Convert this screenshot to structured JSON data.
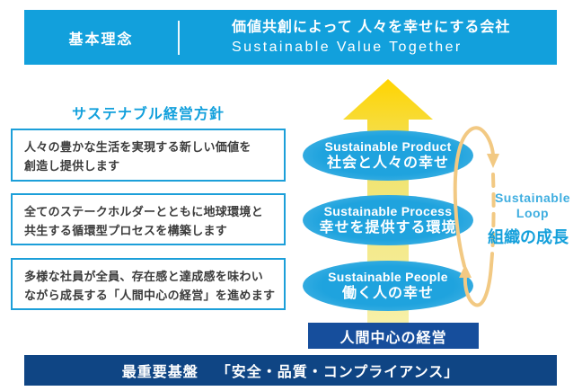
{
  "colors": {
    "accent_blue": "#12A0DC",
    "ellipse_blue": "#1FA3DE",
    "box_border_blue": "#1C9FD9",
    "navy_base_box": "#164E9C",
    "navy_foundation_bar": "#0F4584",
    "arrow_yellow_top": "#FFD400",
    "arrow_yellow_bottom": "#F7F0A8",
    "loop_orange": "#F2C983",
    "body_text": "#3C3C3C"
  },
  "header": {
    "label": "基本理念",
    "title_ja": "価値共創によって 人々を幸せにする会社",
    "title_en": "Sustainable Value Together"
  },
  "policy": {
    "heading": "サステナブル経営方針",
    "items": [
      {
        "line1": "人々の豊かな生活を実現する新しい価値を",
        "line2": "創造し提供します"
      },
      {
        "line1": "全てのステークホルダーとともに地球環境と",
        "line2": "共生する循環型プロセスを構築します"
      },
      {
        "line1": "多様な社員が全員、存在感と達成感を味わい",
        "line2": "ながら成長する「人間中心の経営」を進めます"
      }
    ]
  },
  "pyramid": {
    "levels": [
      {
        "en": "Sustainable Product",
        "ja": "社会と人々の幸せ"
      },
      {
        "en": "Sustainable Process",
        "ja": "幸せを提供する環境"
      },
      {
        "en": "Sustainable People",
        "ja": "働く人の幸せ"
      }
    ],
    "base_label": "人間中心の経営"
  },
  "loop": {
    "en_line1": "Sustainable",
    "en_line2": "Loop",
    "ja": "組織の成長"
  },
  "foundation": {
    "prefix": "最重要基盤",
    "quoted": "「安全・品質・コンプライアンス」"
  }
}
